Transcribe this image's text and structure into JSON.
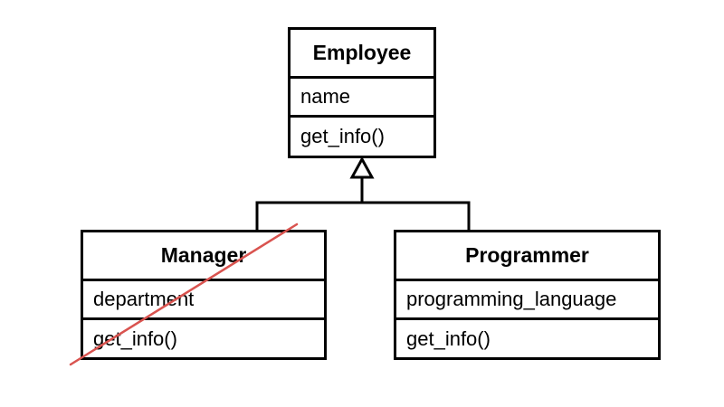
{
  "classes": {
    "employee": {
      "name": "Employee",
      "attribute": "name",
      "method": "get_info()"
    },
    "manager": {
      "name": "Manager",
      "attribute": "department",
      "method": "get_info()"
    },
    "programmer": {
      "name": "Programmer",
      "attribute": "programming_language",
      "method": "get_info()"
    }
  },
  "colors": {
    "line": "#000000",
    "strike": "#d9534f"
  }
}
